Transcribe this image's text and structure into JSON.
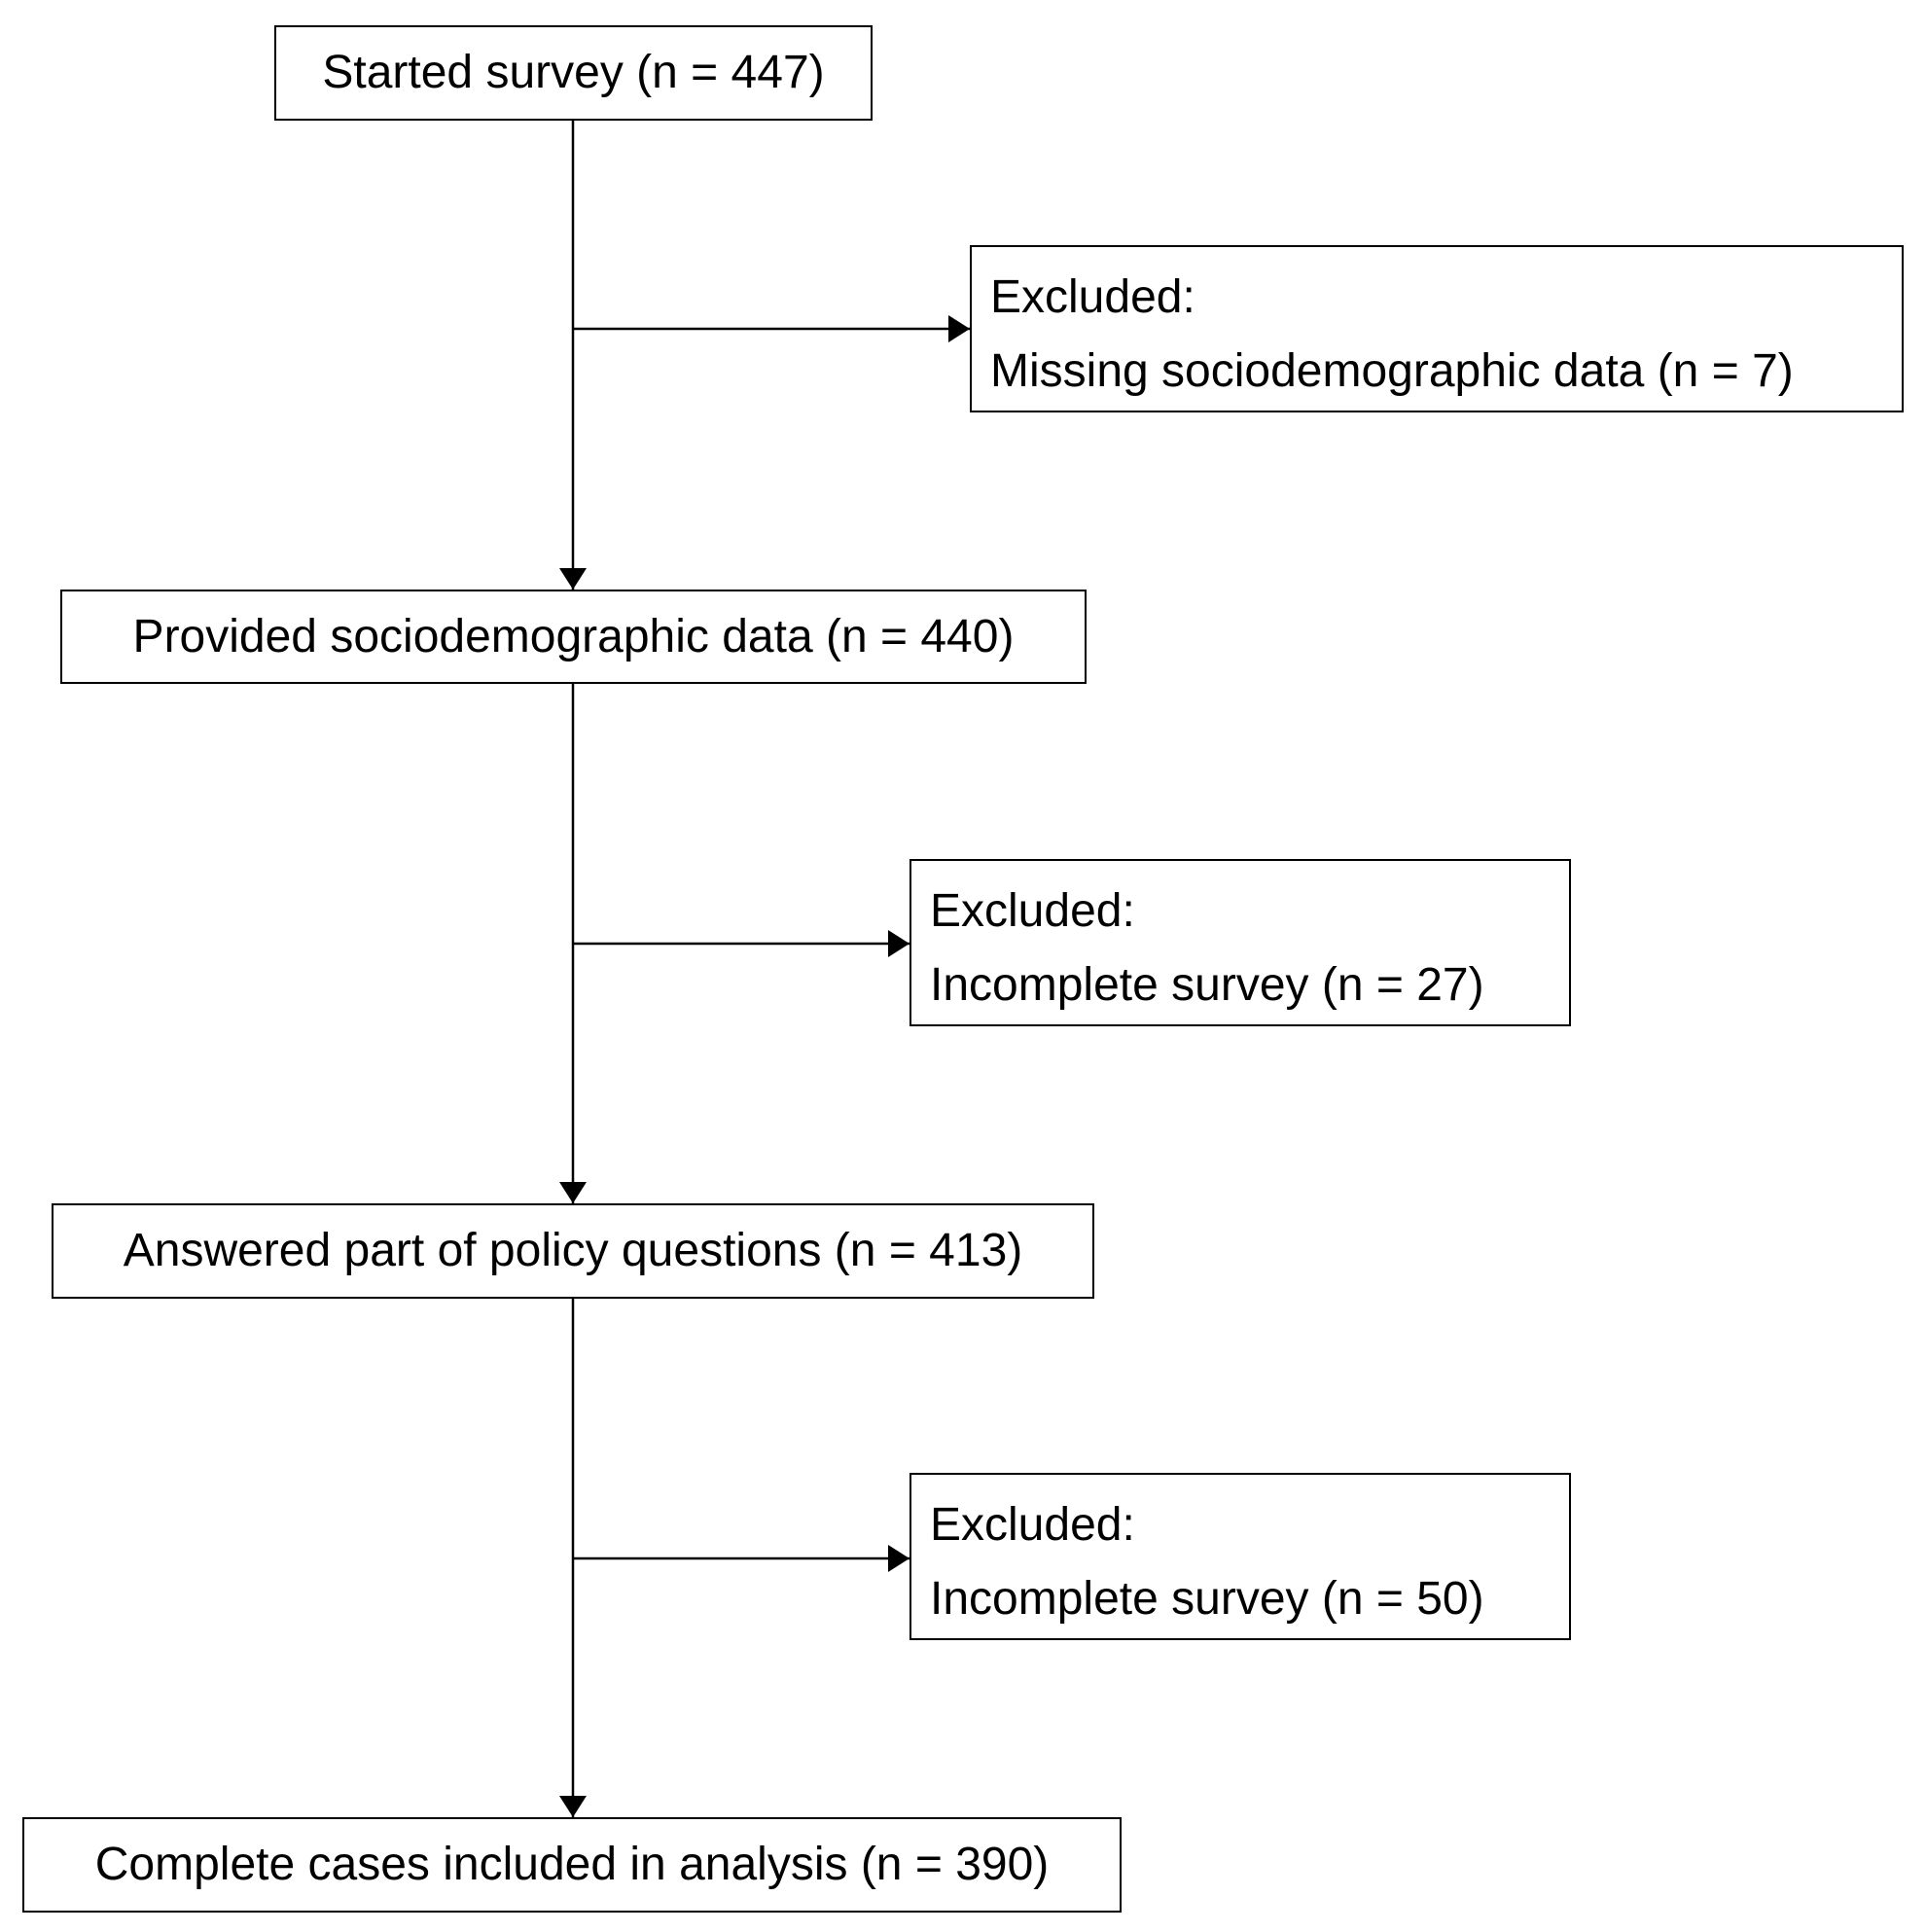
{
  "flowchart": {
    "stages": [
      {
        "id": "started",
        "label": "Started survey (n = 447)"
      },
      {
        "id": "sociodemographic",
        "label": "Provided sociodemographic data (n = 440)"
      },
      {
        "id": "policy",
        "label": "Answered part of policy questions (n = 413)"
      },
      {
        "id": "complete",
        "label": "Complete cases included in analysis (n = 390)"
      }
    ],
    "exclusions": [
      {
        "heading": "Excluded:",
        "reason": "Missing sociodemographic data (n = 7)"
      },
      {
        "heading": "Excluded:",
        "reason": "Incomplete survey (n = 27)"
      },
      {
        "heading": "Excluded:",
        "reason": "Incomplete survey (n = 50)"
      }
    ],
    "colors": {
      "stroke": "#000000",
      "background": "#ffffff"
    }
  }
}
